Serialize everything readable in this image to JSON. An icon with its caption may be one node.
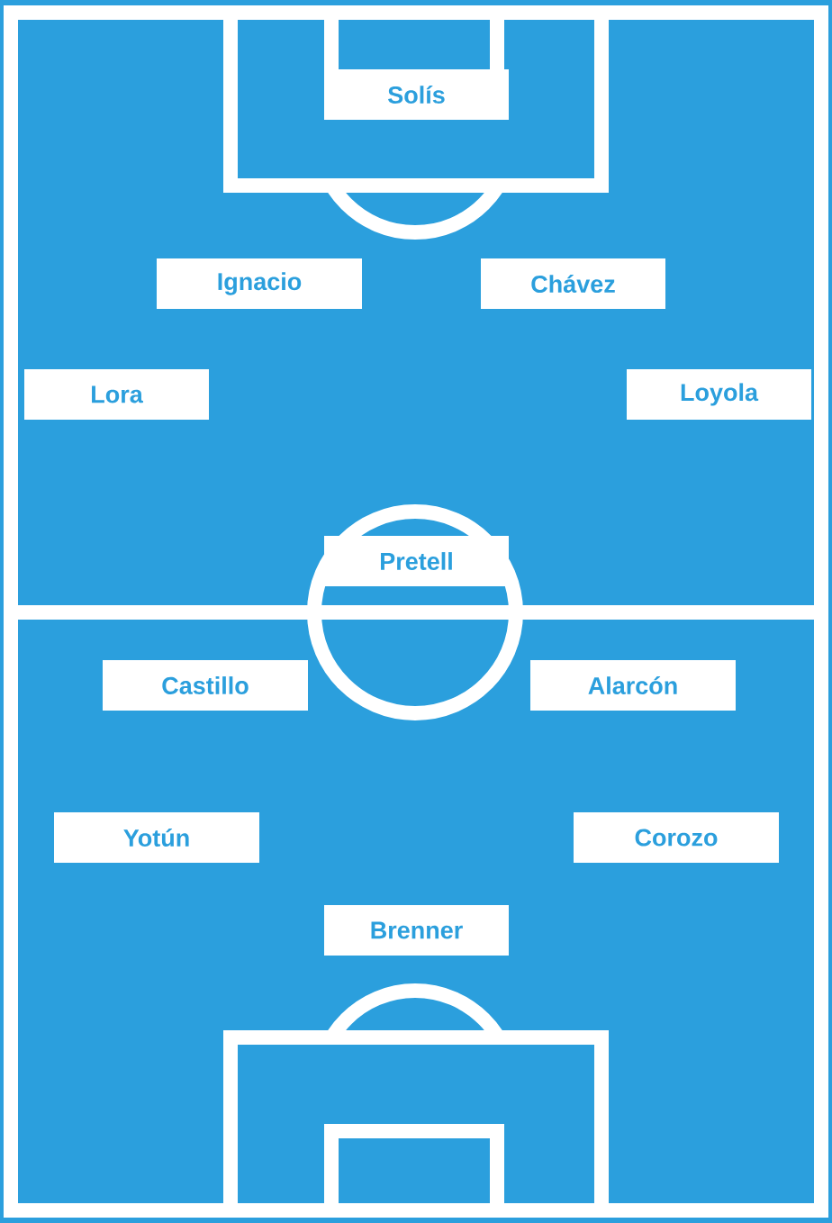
{
  "diagram": {
    "nodes": [
      {
        "text": [
          "Solís"
        ]
      },
      {
        "text": [
          "Ignacio"
        ]
      },
      {
        "text": [
          "Chávez"
        ]
      },
      {
        "text": [
          "Lora"
        ]
      },
      {
        "text": [
          "Loyola"
        ]
      },
      {
        "text": [
          "Pretell"
        ]
      },
      {
        "text": [
          "Castillo"
        ]
      },
      {
        "text": [
          "Alarcón"
        ]
      },
      {
        "text": [
          "Yotún"
        ]
      },
      {
        "text": [
          "Corozo"
        ]
      },
      {
        "text": [
          "Brenner"
        ]
      }
    ]
  }
}
